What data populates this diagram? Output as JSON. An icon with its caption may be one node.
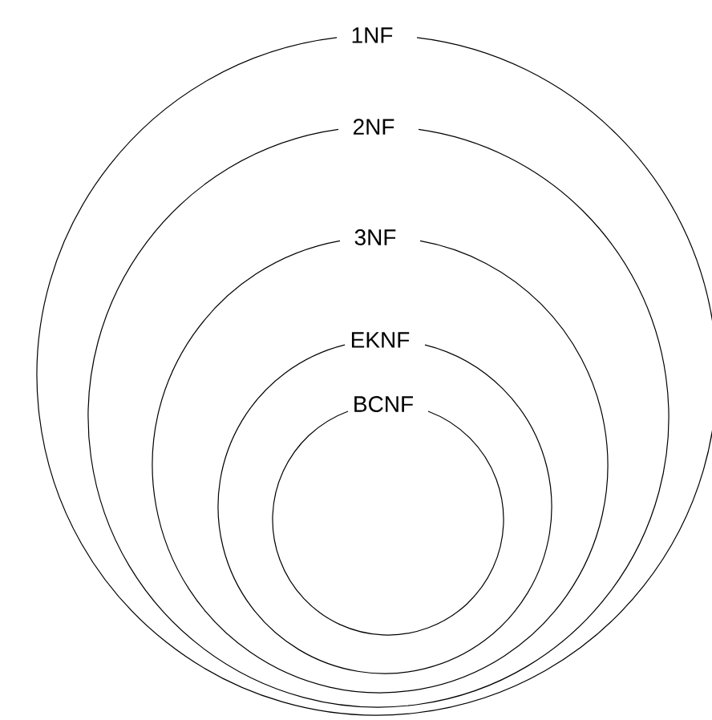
{
  "diagram": {
    "nodes": [
      {
        "text": [
          "1NF"
        ]
      },
      {
        "text": [
          "2NF"
        ],
        "in": 0
      },
      {
        "text": [
          "3NF"
        ],
        "in": 1
      },
      {
        "text": [
          "EKNF"
        ],
        "in": 2
      },
      {
        "text": [
          "BCNF"
        ],
        "in": 3
      }
    ]
  }
}
